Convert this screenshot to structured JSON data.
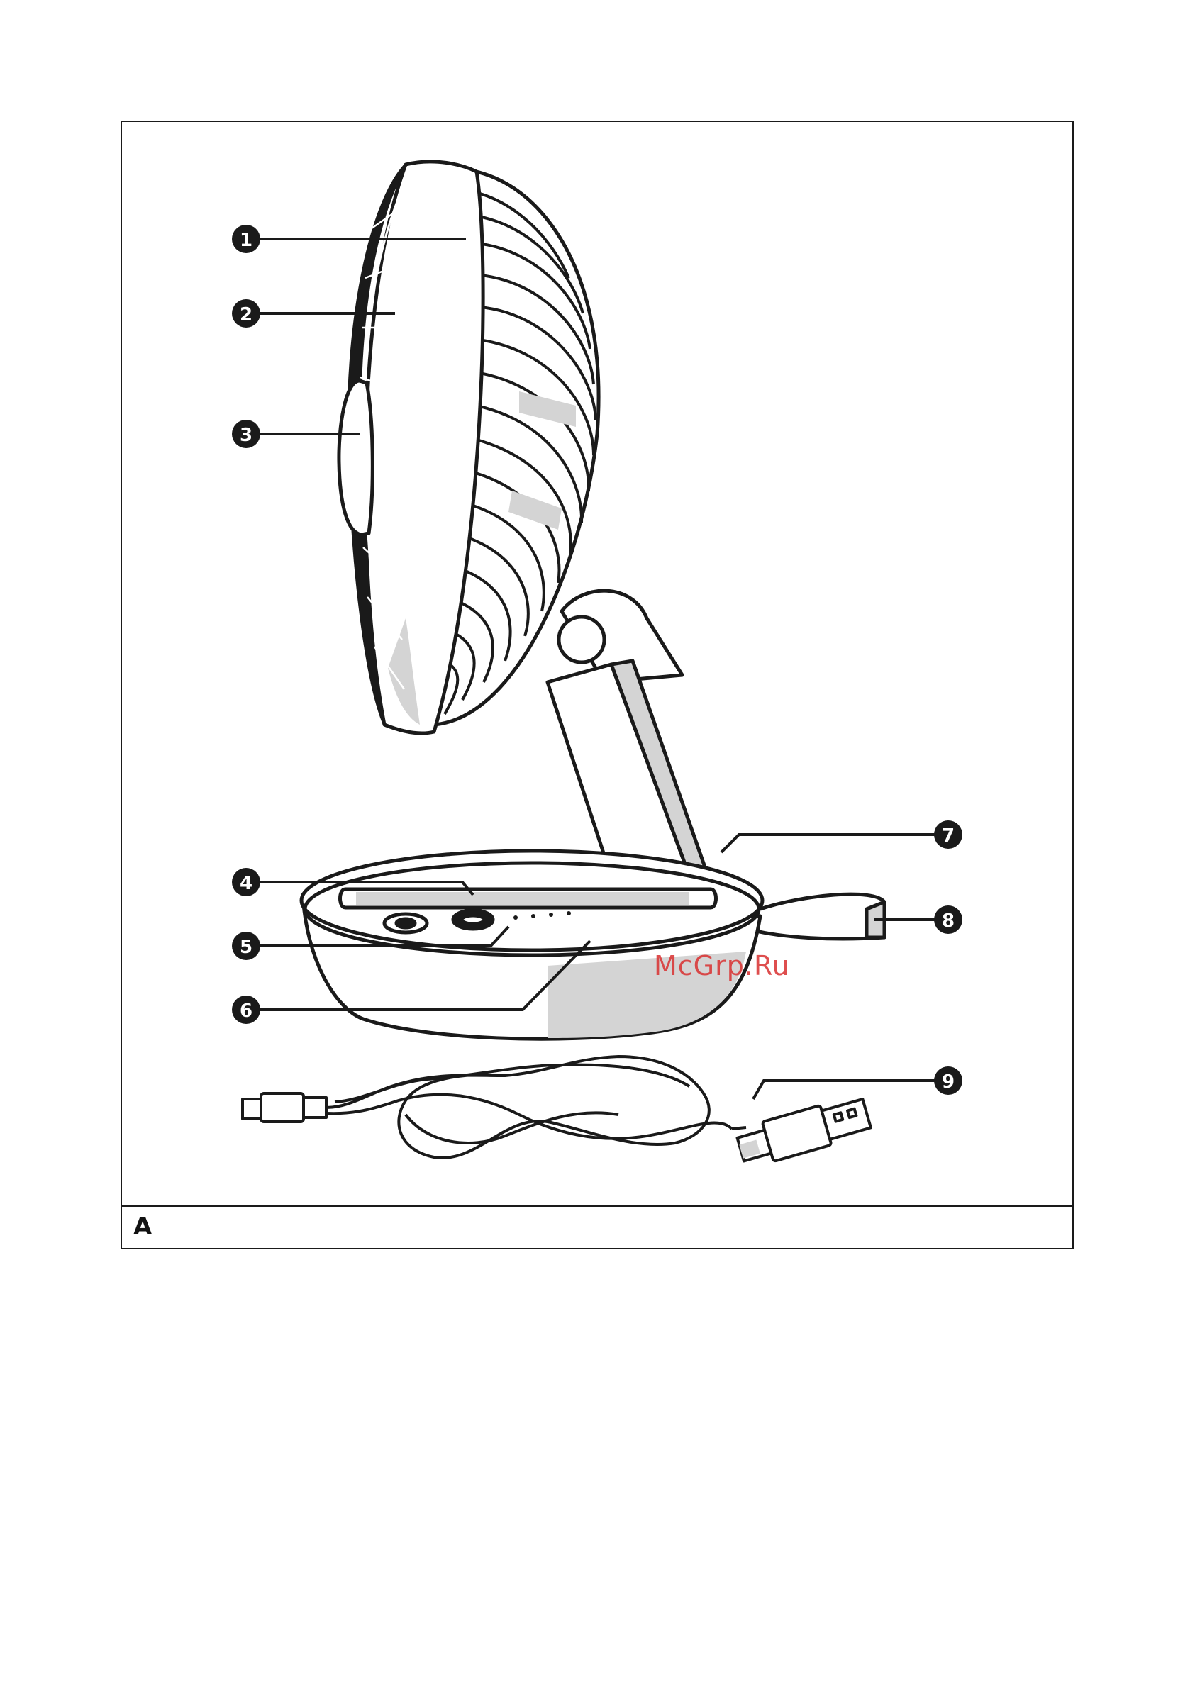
{
  "figure": {
    "label": "A",
    "watermark": "McGrp.Ru"
  },
  "callouts": [
    {
      "id": 1,
      "label": "1"
    },
    {
      "id": 2,
      "label": "2"
    },
    {
      "id": 3,
      "label": "3"
    },
    {
      "id": 4,
      "label": "4"
    },
    {
      "id": 5,
      "label": "5"
    },
    {
      "id": 6,
      "label": "6"
    },
    {
      "id": 7,
      "label": "7"
    },
    {
      "id": 8,
      "label": "8"
    },
    {
      "id": 9,
      "label": "9"
    }
  ],
  "colors": {
    "line": "#1a1a1a",
    "shade": "#d4d4d4",
    "grille": "#1a1a1a",
    "watermark": "#d93030"
  }
}
